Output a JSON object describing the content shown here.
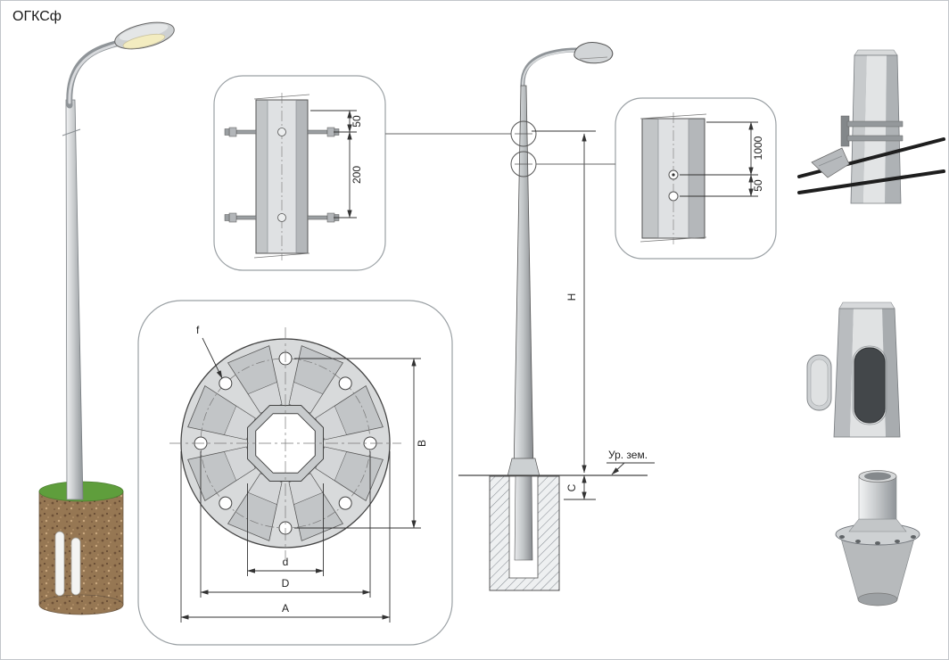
{
  "title": "ОГКСф",
  "colors": {
    "line": "#444444",
    "metal_light": "#eceeef",
    "metal_dark": "#8f9498",
    "foundation_brown": "#967753",
    "grass_green": "#5f9e3c",
    "cable_black": "#1e1e1e"
  },
  "detail_clamp": {
    "dim_offset": "50",
    "dim_spacing": "200"
  },
  "detail_holes": {
    "dim_height": "1000",
    "dim_spacing": "50"
  },
  "elevation": {
    "dim_height": "H",
    "dim_embed": "C",
    "ground_label": "Ур. зем."
  },
  "flange": {
    "hole_label": "f",
    "dim_bolt_vertical": "B",
    "dim_inner": "d",
    "dim_bolt_circle": "D",
    "dim_outer": "A"
  }
}
